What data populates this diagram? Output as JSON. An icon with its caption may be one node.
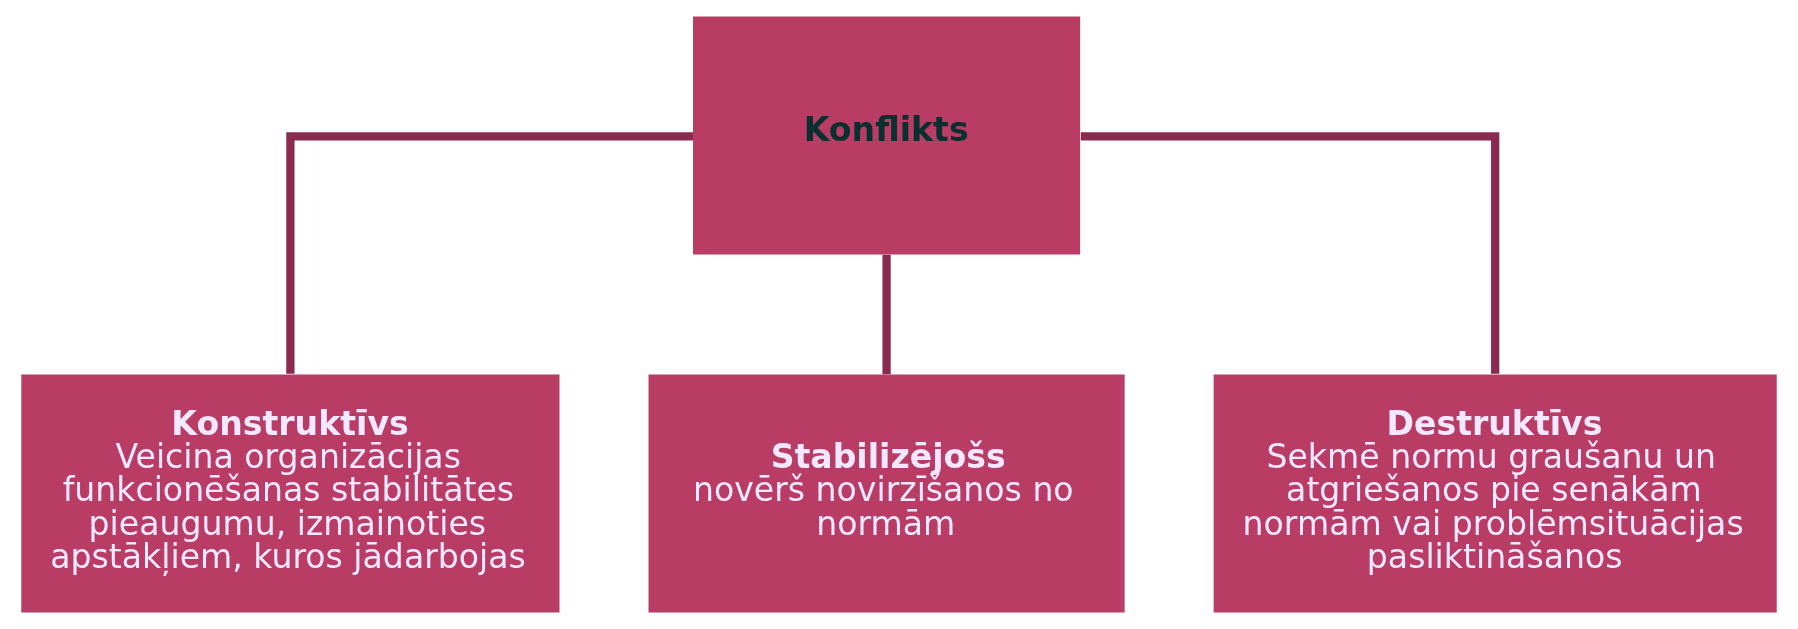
{
  "diagram": {
    "nodes": [
      {
        "text": [
          "Konflikts"
        ]
      },
      {
        "text": [
          "Konstruktīvs",
          "Veicina organizācijas funkcionēšanas stabilitātes pieaugumu, izmainoties apstākļiem, kuros jādarbojas"
        ]
      },
      {
        "text": [
          "Stabilizējošs",
          "novērš novirzīšanos no normām"
        ]
      },
      {
        "text": [
          "Destruktīvs",
          "Sekmē normu graušanu un atgriešanos pie senākām normām vai problēmsituācijas pasliktināšanos"
        ]
      }
    ],
    "edges": [
      {
        "from": 0,
        "to": 1,
        "arrow": "none"
      },
      {
        "from": 0,
        "to": 2,
        "arrow": "none"
      },
      {
        "from": 0,
        "to": 3,
        "arrow": "none"
      }
    ]
  }
}
